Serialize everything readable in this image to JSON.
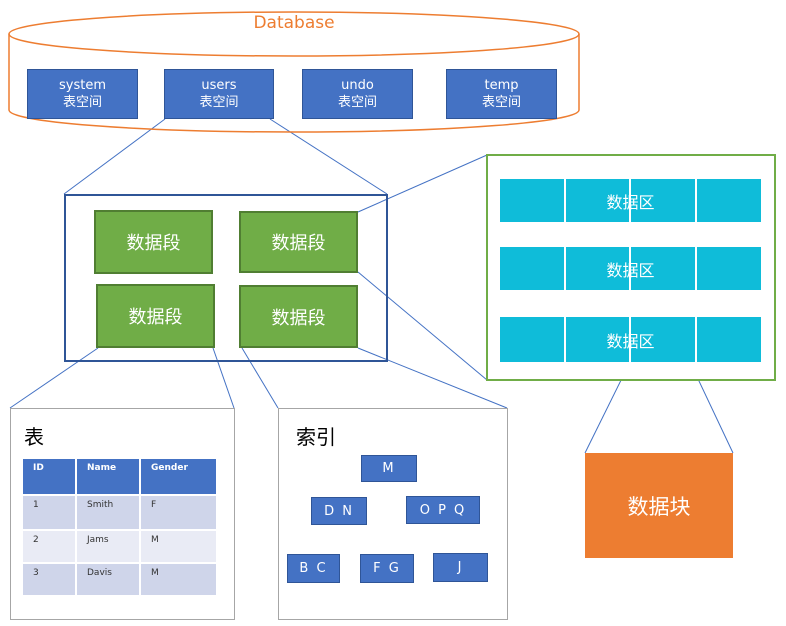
{
  "database": {
    "title": "Database",
    "tablespaces": [
      {
        "line1": "system",
        "line2": "表空间"
      },
      {
        "line1": "users",
        "line2": "表空间"
      },
      {
        "line1": "undo",
        "line2": "表空间"
      },
      {
        "line1": "temp",
        "line2": "表空间"
      }
    ]
  },
  "segments": [
    "数据段",
    "数据段",
    "数据段",
    "数据段"
  ],
  "extents": [
    "数据区",
    "数据区",
    "数据区"
  ],
  "block": "数据块",
  "table": {
    "title": "表",
    "headers": [
      "ID",
      "Name",
      "Gender"
    ],
    "rows": [
      [
        "1",
        "Smith",
        "F"
      ],
      [
        "2",
        "Jams",
        "M"
      ],
      [
        "3",
        "Davis",
        "M"
      ]
    ]
  },
  "index": {
    "title": "索引",
    "nodes": {
      "root": "M",
      "left": "D N",
      "right": "O P Q",
      "leaf1": "B C",
      "leaf2": "F G",
      "leaf3": "J"
    }
  },
  "colors": {
    "database_outline": "#ed7d31",
    "tablespace": "#4472c4",
    "segment": "#70ad47",
    "extent": "#0fbcd9",
    "block": "#ed7d31"
  }
}
